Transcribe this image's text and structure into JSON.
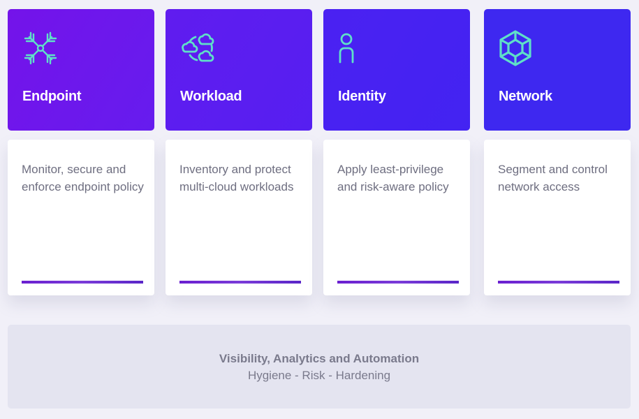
{
  "pillars": [
    {
      "title": "Endpoint",
      "icon": "endpoint-branches-icon",
      "description": "Monitor, secure and enforce endpoint policy",
      "color": "#7013e9"
    },
    {
      "title": "Workload",
      "icon": "cloud-workload-icon",
      "description": "Inventory and protect multi-cloud workloads",
      "color": "#5a1ef0"
    },
    {
      "title": "Identity",
      "icon": "user-identity-icon",
      "description": "Apply least-privilege and risk-aware policy",
      "color": "#4722f2"
    },
    {
      "title": "Network",
      "icon": "network-hexagon-icon",
      "description": "Segment and control network access",
      "color": "#3e28f0"
    }
  ],
  "foundation": {
    "title": "Visibility, Analytics and Automation",
    "subtitle": "Hygiene - Risk - Hardening"
  },
  "icon_color": "#5fe0c8"
}
